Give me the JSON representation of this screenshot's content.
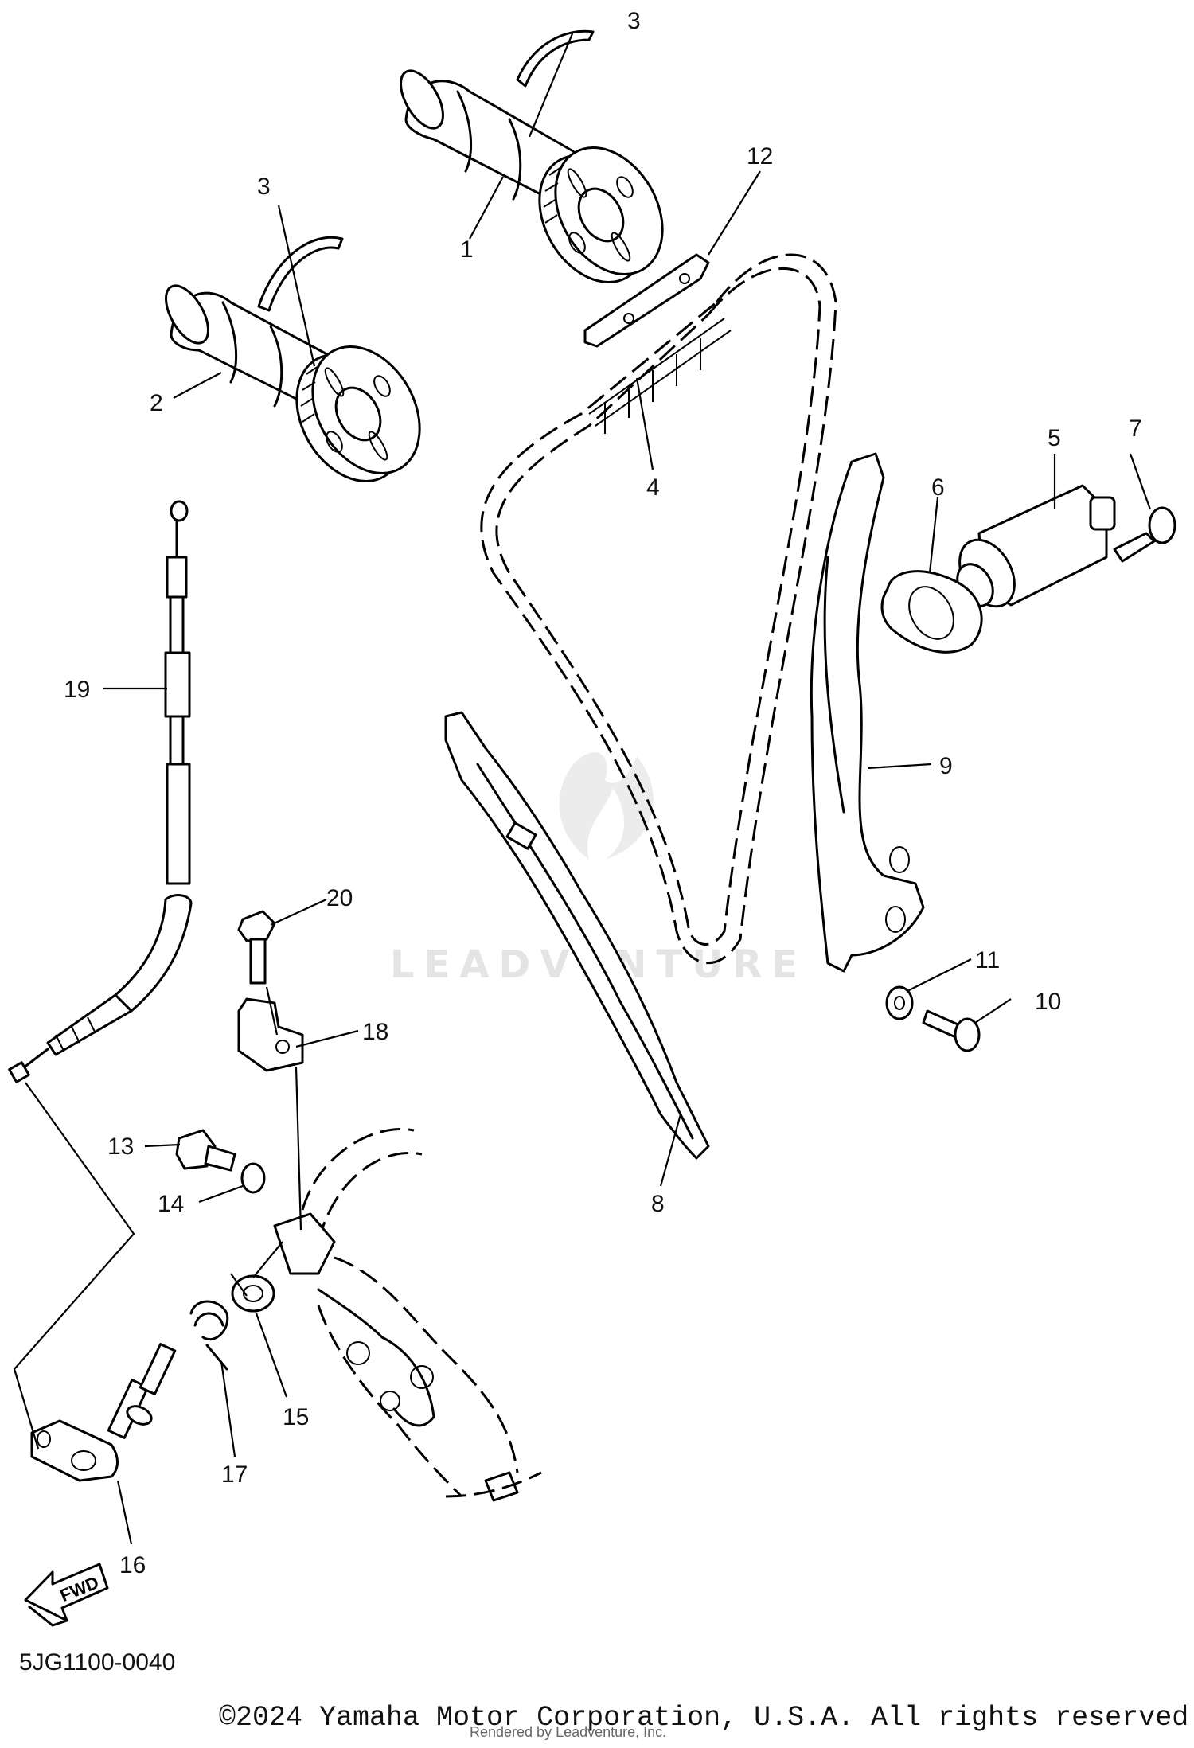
{
  "callouts": [
    "1",
    "2",
    "3",
    "3",
    "4",
    "5",
    "6",
    "7",
    "8",
    "9",
    "10",
    "11",
    "12",
    "13",
    "14",
    "15",
    "16",
    "17",
    "18",
    "19",
    "20"
  ],
  "watermark": "LEADVENTURE",
  "fwd_label": "FWD",
  "diagram_code": "5JG1100-0040",
  "copyright": "©2024 Yamaha Motor Corporation, U.S.A. All rights reserved.",
  "rendered_by": "Rendered by Leadventure, Inc."
}
